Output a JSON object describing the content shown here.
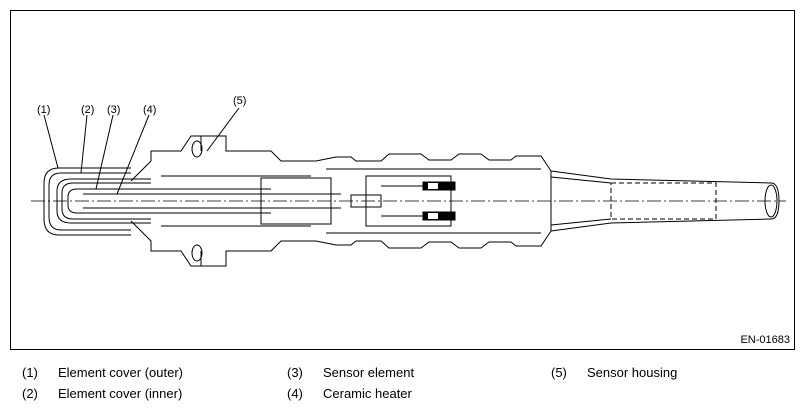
{
  "figure": {
    "id": "EN-01683",
    "callouts": [
      "(1)",
      "(2)",
      "(3)",
      "(4)",
      "(5)"
    ]
  },
  "legend": [
    {
      "num": "(1)",
      "label": "Element cover (outer)"
    },
    {
      "num": "(2)",
      "label": "Element cover (inner)"
    },
    {
      "num": "(3)",
      "label": "Sensor element"
    },
    {
      "num": "(4)",
      "label": "Ceramic heater"
    },
    {
      "num": "(5)",
      "label": "Sensor housing"
    }
  ]
}
